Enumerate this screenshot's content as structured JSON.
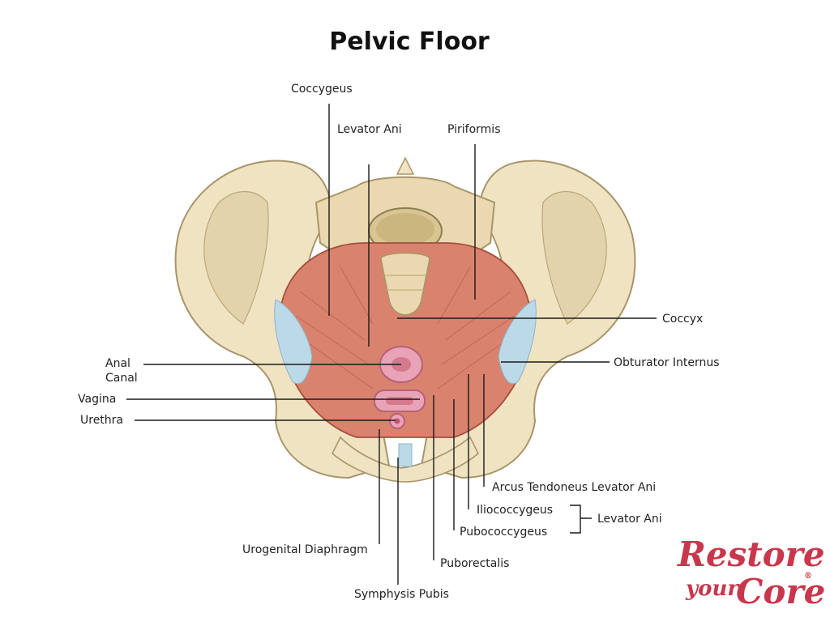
{
  "title": "Pelvic Floor",
  "labels": {
    "coccygeus": "Coccygeus",
    "levator_ani_top": "Levator Ani",
    "piriformis": "Piriformis",
    "coccyx": "Coccyx",
    "obturator_internus": "Obturator Internus",
    "anal_canal_line1": "Anal",
    "anal_canal_line2": "Canal",
    "vagina": "Vagina",
    "urethra": "Urethra",
    "arcus_tendoneus": "Arcus Tendoneus Levator Ani",
    "iliococcygeus": "Iliococcygeus",
    "levator_ani_group": "Levator Ani",
    "pubococcygeus": "Pubococcygeus",
    "urogenital_diaphragm": "Urogenital Diaphragm",
    "puborectalis": "Puborectalis",
    "symphysis_pubis": "Symphysis Pubis"
  },
  "logo": {
    "line1": "Restore",
    "line2_a": "your",
    "line2_b": "Core",
    "mark": "®"
  },
  "colors": {
    "bone": "#efe3c2",
    "bone_shade": "#d9c69a",
    "muscle": "#d9826e",
    "muscle_dark": "#b85b4a",
    "ligament": "#bcd9e8",
    "orifice": "#e9a3b6",
    "brand": "#c8374c"
  }
}
